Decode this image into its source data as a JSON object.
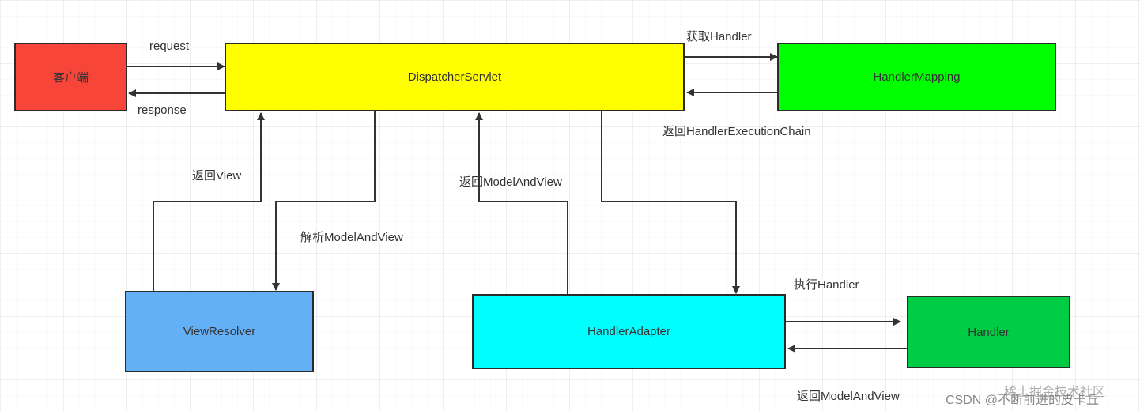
{
  "nodes": {
    "client": {
      "label": "客户端",
      "color": "#f8453a"
    },
    "dispatcher": {
      "label": "DispatcherServlet",
      "color": "#ffff00"
    },
    "handler_mapping": {
      "label": "HandlerMapping",
      "color": "#00ff00"
    },
    "view_resolver": {
      "label": "ViewResolver",
      "color": "#63b0f7"
    },
    "handler_adapter": {
      "label": "HandlerAdapter",
      "color": "#00ffff"
    },
    "handler": {
      "label": "Handler",
      "color": "#00cc44"
    }
  },
  "edges": {
    "request": "request",
    "response": "response",
    "get_handler": "获取Handler",
    "return_chain": "返回HandlerExecutionChain",
    "return_view": "返回View",
    "parse_mav": "解析ModelAndView",
    "return_mav_up": "返回ModelAndView",
    "exec_handler": "执行Handler",
    "return_mav_bottom": "返回ModelAndView"
  },
  "watermark": "CSDN @不断前进的皮卡丘",
  "watermark_overlay": "稀土掘金技术社区"
}
